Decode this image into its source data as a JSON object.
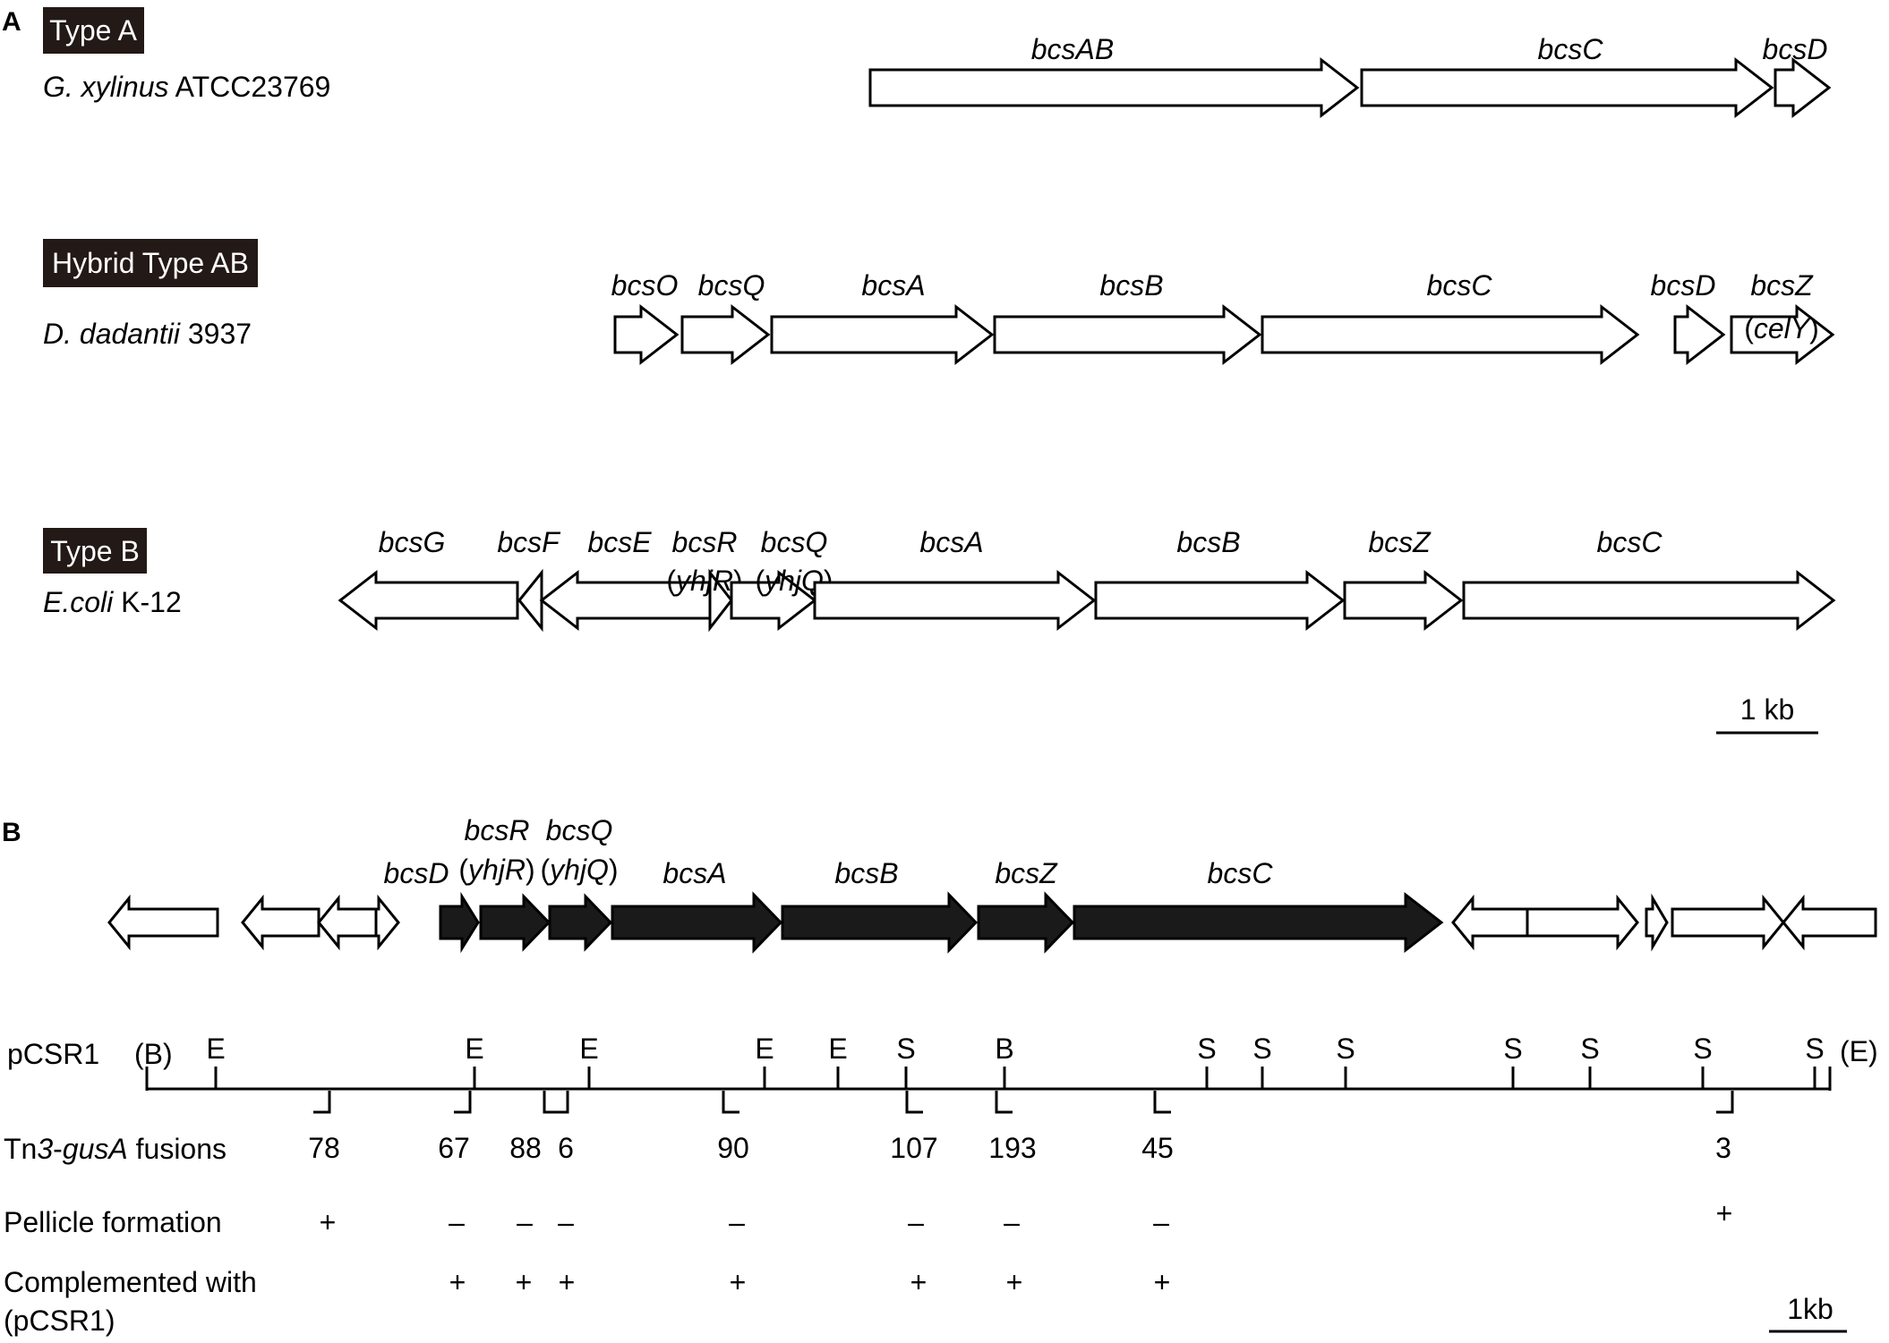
{
  "panels": {
    "a": "A",
    "b": "B"
  },
  "colors": {
    "filled_gene": "#1a1a1a",
    "open_gene": "#ffffff",
    "stroke": "#000000",
    "type_box": "#231916"
  },
  "operons": [
    {
      "type_label": "Type A",
      "organism_italic": "G. xylinus",
      "organism_strain": "ATCC23769",
      "genes": [
        {
          "label": "bcsAB",
          "direction": "right"
        },
        {
          "label": "bcsC",
          "direction": "right"
        },
        {
          "label": "bcsD",
          "direction": "right"
        }
      ]
    },
    {
      "type_label": "Hybrid Type AB",
      "organism_italic": "D. dadantii",
      "organism_strain": "3937",
      "genes": [
        {
          "label": "bcsO",
          "direction": "right"
        },
        {
          "label": "bcsQ",
          "direction": "right"
        },
        {
          "label": "bcsA",
          "direction": "right"
        },
        {
          "label": "bcsB",
          "direction": "right"
        },
        {
          "label": "bcsC",
          "direction": "right"
        },
        {
          "label": "bcsD",
          "direction": "right"
        },
        {
          "label": "bcsZ",
          "alias": "celY",
          "direction": "right"
        }
      ]
    },
    {
      "type_label": "Type B",
      "organism_italic": "E.coli",
      "organism_strain": "K-12",
      "genes": [
        {
          "label": "bcsG",
          "direction": "left"
        },
        {
          "label": "bcsF",
          "direction": "left"
        },
        {
          "label": "bcsE",
          "direction": "left"
        },
        {
          "label": "bcsR",
          "alias": "yhjR",
          "direction": "right"
        },
        {
          "label": "bcsQ",
          "alias": "yhjQ",
          "direction": "right"
        },
        {
          "label": "bcsA",
          "direction": "right"
        },
        {
          "label": "bcsB",
          "direction": "right"
        },
        {
          "label": "bcsZ",
          "direction": "right"
        },
        {
          "label": "bcsC",
          "direction": "right"
        }
      ]
    }
  ],
  "scale_bar_a": "1 kb",
  "panel_b": {
    "genes": [
      {
        "label": "",
        "direction": "left",
        "filled": false
      },
      {
        "label": "",
        "direction": "left",
        "filled": false
      },
      {
        "label": "",
        "direction": "left",
        "filled": false
      },
      {
        "label": "",
        "direction": "right",
        "filled": false
      },
      {
        "label": "bcsD",
        "direction": "right",
        "filled": true
      },
      {
        "label": "bcsR",
        "alias": "yhjR",
        "direction": "right",
        "filled": true
      },
      {
        "label": "bcsQ",
        "alias": "yhjQ",
        "direction": "right",
        "filled": true
      },
      {
        "label": "bcsA",
        "direction": "right",
        "filled": true
      },
      {
        "label": "bcsB",
        "direction": "right",
        "filled": true
      },
      {
        "label": "bcsZ",
        "direction": "right",
        "filled": true
      },
      {
        "label": "bcsC",
        "direction": "right",
        "filled": true
      },
      {
        "label": "",
        "direction": "left",
        "filled": false
      },
      {
        "label": "",
        "direction": "right",
        "filled": false
      },
      {
        "label": "",
        "direction": "right",
        "filled": false
      },
      {
        "label": "",
        "direction": "right",
        "filled": false
      },
      {
        "label": "",
        "direction": "left",
        "filled": false
      }
    ],
    "plasmid_label": "pCSR1",
    "map_start_site": "(B)",
    "map_end_site": "(E)",
    "restriction_sites": [
      "E",
      "E",
      "E",
      "E",
      "E",
      "S",
      "B",
      "S",
      "S",
      "S",
      "S",
      "S",
      "S",
      "S"
    ],
    "fusions_label_parts": [
      "Tn",
      "3",
      "-",
      "gusA",
      " fusions"
    ],
    "row_pellicle": "Pellicle formation",
    "row_complemented_1": "Complemented with",
    "row_complemented_2": "(pCSR1)",
    "fusions": [
      {
        "id": "78",
        "pellicle": "+",
        "complemented": ""
      },
      {
        "id": "67",
        "pellicle": "–",
        "complemented": "+"
      },
      {
        "id": "88",
        "pellicle": "–",
        "complemented": "+"
      },
      {
        "id": "6",
        "pellicle": "–",
        "complemented": "+"
      },
      {
        "id": "90",
        "pellicle": "–",
        "complemented": "+"
      },
      {
        "id": "107",
        "pellicle": "–",
        "complemented": "+"
      },
      {
        "id": "193",
        "pellicle": "–",
        "complemented": "+"
      },
      {
        "id": "45",
        "pellicle": "–",
        "complemented": "+"
      },
      {
        "id": "3",
        "pellicle": "+",
        "complemented": ""
      }
    ],
    "scale_bar": "1kb"
  }
}
